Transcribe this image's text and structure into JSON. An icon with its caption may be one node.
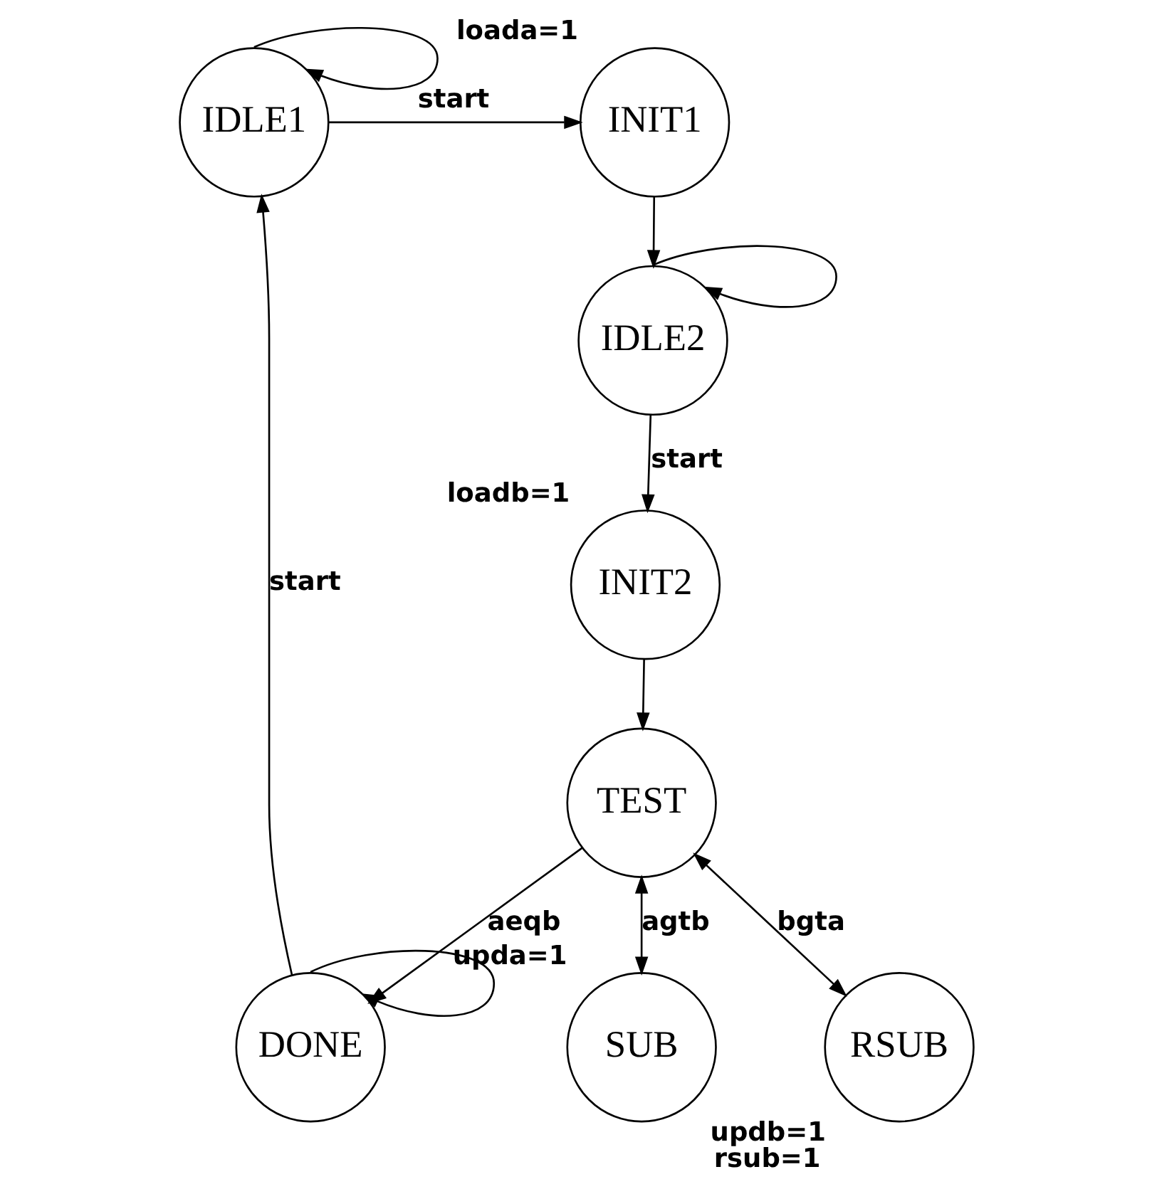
{
  "diagram": {
    "nodes": [
      {
        "text": [
          "IDLE1"
        ]
      },
      {
        "text": [
          "INIT1"
        ],
        "beside": [
          "loada=1"
        ]
      },
      {
        "text": [
          "IDLE2"
        ]
      },
      {
        "text": [
          "INIT2"
        ],
        "beside": [
          "loadb=1"
        ]
      },
      {
        "text": [
          "TEST"
        ]
      },
      {
        "text": [
          "DONE"
        ]
      },
      {
        "text": [
          "SUB"
        ],
        "beside": [
          "upda=1"
        ]
      },
      {
        "text": [
          "RSUB"
        ],
        "beside": [
          "updb=1",
          "rsub=1"
        ]
      }
    ],
    "edges": [
      {
        "from": 0,
        "to": 0,
        "arrow": "to"
      },
      {
        "from": 0,
        "to": 1,
        "arrow": "to",
        "label": "start"
      },
      {
        "from": 1,
        "to": 2,
        "arrow": "to"
      },
      {
        "from": 2,
        "to": 2,
        "arrow": "to"
      },
      {
        "from": 2,
        "to": 3,
        "arrow": "to",
        "label": "start"
      },
      {
        "from": 3,
        "to": 4,
        "arrow": "to"
      },
      {
        "from": 4,
        "to": 5,
        "arrow": "to",
        "label": "aeqb"
      },
      {
        "from": 5,
        "to": 5,
        "arrow": "to"
      },
      {
        "from": 5,
        "to": 0,
        "arrow": "to",
        "label": "start"
      },
      {
        "from": 4,
        "to": 6,
        "arrow": "both",
        "label": "agtb"
      },
      {
        "from": 4,
        "to": 7,
        "arrow": "both",
        "label": "bgta"
      }
    ]
  }
}
